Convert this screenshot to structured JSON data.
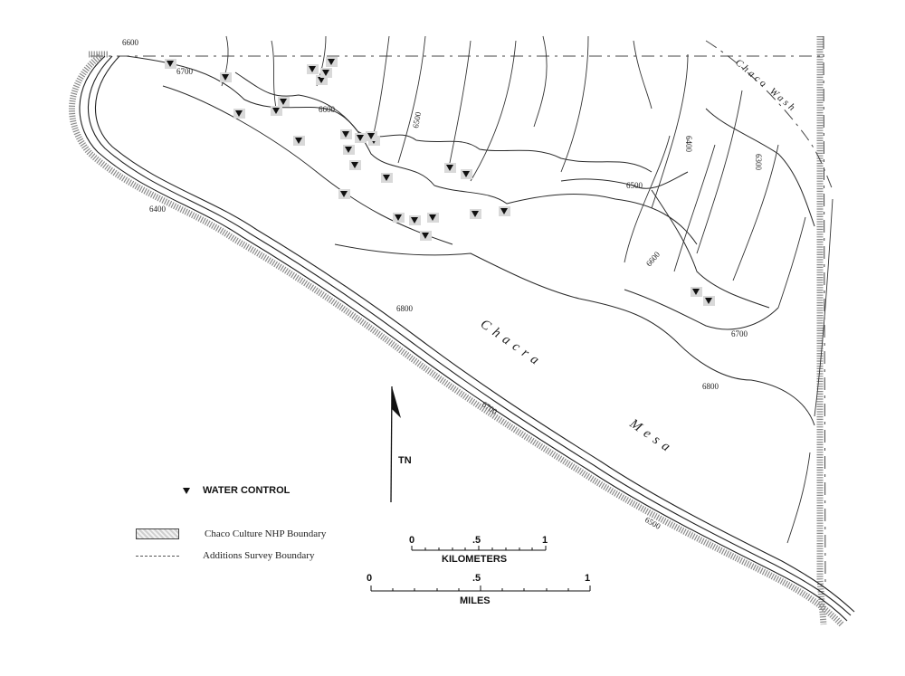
{
  "map": {
    "contour_labels": {
      "c6600_top": "6600",
      "c6700_top": "6700",
      "c6600_mid": "6600",
      "c6500_mid": "6500",
      "c6400_east": "6400",
      "c6300_east": "6300",
      "c6500_east": "6500",
      "c6600_east": "6600",
      "c6700_east": "6700",
      "c6800_south": "6800",
      "c6800_center": "6800",
      "c6400_west": "6400",
      "c6700_rim": "6700",
      "c6500_rim": "6500"
    },
    "place_names": {
      "chacra": "Chacra",
      "mesa": "Mesa",
      "chaco_wash": "Chaco Wash"
    },
    "water_control_count": 28
  },
  "north_arrow": {
    "label": "TN"
  },
  "legend": {
    "water_control": "WATER CONTROL",
    "nhp_boundary": "Chaco Culture NHP Boundary",
    "survey_boundary": "Additions Survey Boundary"
  },
  "scale": {
    "km": {
      "label": "KILOMETERS",
      "ticks": [
        "0",
        ".5",
        "1"
      ]
    },
    "mi": {
      "label": "MILES",
      "ticks": [
        "0",
        ".5",
        "1"
      ]
    }
  }
}
